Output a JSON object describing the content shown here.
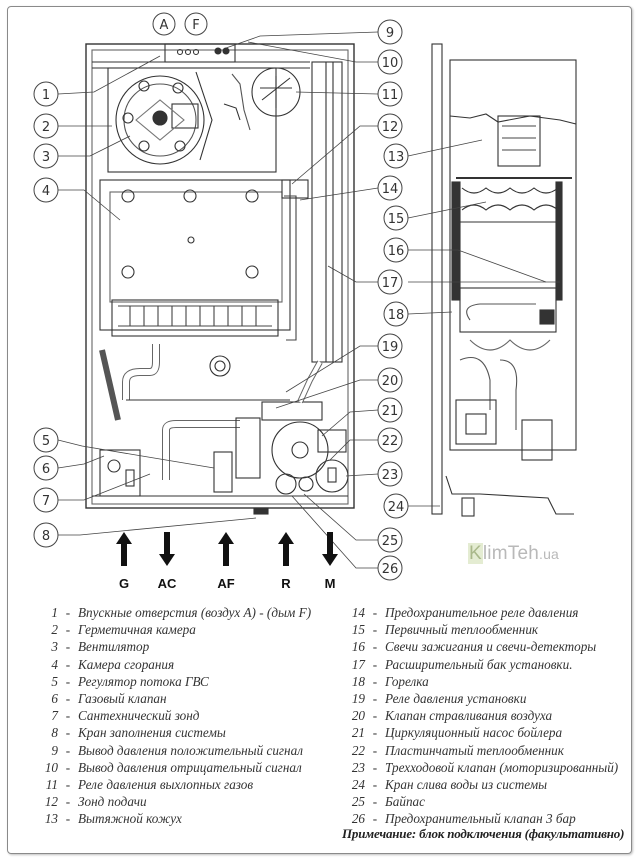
{
  "diagram": {
    "title": "Boiler internal components diagram",
    "letter_callouts": [
      "A",
      "F"
    ],
    "number_callouts": [
      "1",
      "2",
      "3",
      "4",
      "5",
      "6",
      "7",
      "8",
      "9",
      "10",
      "11",
      "12",
      "13",
      "14",
      "15",
      "16",
      "17",
      "18",
      "19",
      "20",
      "21",
      "22",
      "23",
      "24",
      "25",
      "26"
    ],
    "connections": [
      {
        "label": "G",
        "direction": "up"
      },
      {
        "label": "AC",
        "direction": "down"
      },
      {
        "label": "AF",
        "direction": "up"
      },
      {
        "label": "R",
        "direction": "up"
      },
      {
        "label": "M",
        "direction": "down"
      }
    ],
    "watermark": {
      "first": "K",
      "rest": "limTeh",
      "suffix": ".ua"
    }
  },
  "legend": {
    "left": [
      {
        "num": "1",
        "text": "Впускные отверстия (воздух A) - (дым F)"
      },
      {
        "num": "2",
        "text": "Герметичная камера"
      },
      {
        "num": "3",
        "text": "Вентилятор"
      },
      {
        "num": "4",
        "text": "Камера сгорания"
      },
      {
        "num": "5",
        "text": "Регулятор потока ГВС"
      },
      {
        "num": "6",
        "text": "Газовый клапан"
      },
      {
        "num": "7",
        "text": "Сантехнический зонд"
      },
      {
        "num": "8",
        "text": "Кран заполнения системы"
      },
      {
        "num": "9",
        "text": "Вывод давления положительный сигнал"
      },
      {
        "num": "10",
        "text": "Вывод давления отрицательный сигнал"
      },
      {
        "num": "11",
        "text": "Реле давления выхлопных газов"
      },
      {
        "num": "12",
        "text": "Зонд подачи"
      },
      {
        "num": "13",
        "text": "Вытяжной кожух"
      }
    ],
    "right": [
      {
        "num": "14",
        "text": "Предохранительное реле давления"
      },
      {
        "num": "15",
        "text": "Первичный теплообменник"
      },
      {
        "num": "16",
        "text": "Свечи зажигания и свечи-детекторы"
      },
      {
        "num": "17",
        "text": "Расширительный бак установки."
      },
      {
        "num": "18",
        "text": "Горелка"
      },
      {
        "num": "19",
        "text": "Реле давления установки"
      },
      {
        "num": "20",
        "text": "Клапан стравливания воздуха"
      },
      {
        "num": "21",
        "text": "Циркуляционный насос бойлера"
      },
      {
        "num": "22",
        "text": "Пластинчатый теплообменник"
      },
      {
        "num": "23",
        "text": "Трехходовой клапан (моторизированный)"
      },
      {
        "num": "24",
        "text": "Кран слива воды из системы"
      },
      {
        "num": "25",
        "text": "Байпас"
      },
      {
        "num": "26",
        "text": "Предохранительный клапан 3 бар"
      }
    ],
    "dash": "-",
    "note": "Примечание: блок подключения (факультативно)"
  }
}
